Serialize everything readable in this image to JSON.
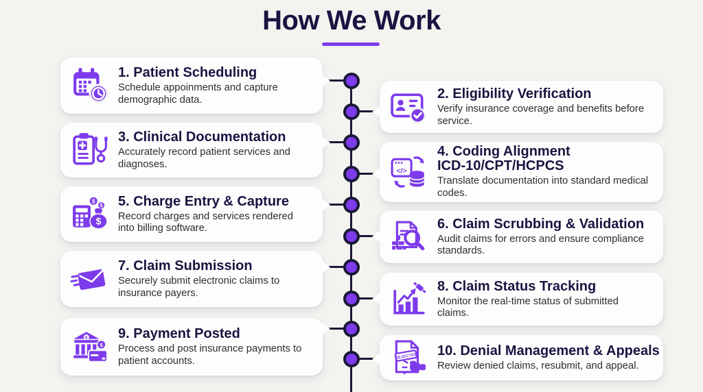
{
  "page": {
    "title": "How We Work",
    "background_color": "#f4f3f0",
    "accent_color": "#7d3bec",
    "line_color": "#191936",
    "heading_color": "#1b1340",
    "card_color": "#fdfdfd"
  },
  "steps": [
    {
      "number": "1",
      "side": "left",
      "icon": "calendar-clock-icon",
      "title": "1. Patient Scheduling",
      "description": "Schedule appoinments and capture demographic data."
    },
    {
      "number": "2",
      "side": "right",
      "icon": "id-card-check-icon",
      "title": "2. Eligibility Verification",
      "description": "Verify insurance coverage and benefits before service."
    },
    {
      "number": "3",
      "side": "left",
      "icon": "clipboard-stethoscope-icon",
      "title": "3. Clinical Documentation",
      "description": "Accurately record patient services and diagnoses."
    },
    {
      "number": "4",
      "side": "right",
      "icon": "code-database-sync-icon",
      "title": "4. Coding Alignment",
      "title_line2": "ICD-10/CPT/HCPCS",
      "code_glyph": "</>",
      "description": "Translate documentation into standard medical codes."
    },
    {
      "number": "5",
      "side": "left",
      "icon": "calculator-money-bag-icon",
      "title": "5. Charge Entry & Capture",
      "dollar": "$",
      "description": "Record charges and services rendered into billing software."
    },
    {
      "number": "6",
      "side": "right",
      "icon": "document-magnifier-icon",
      "title": "6. Claim Scrubbing & Validation",
      "description": "Audit claims for errors and ensure compliance standards."
    },
    {
      "number": "7",
      "side": "left",
      "icon": "envelope-send-icon",
      "title": "7. Claim Submission",
      "description": "Securely submit electronic claims to insurance payers."
    },
    {
      "number": "8",
      "side": "right",
      "icon": "chart-satellite-icon",
      "title": "8. Claim Status Tracking",
      "description": "Monitor the real-time status of submitted claims."
    },
    {
      "number": "9",
      "side": "left",
      "icon": "bank-card-icon",
      "title": "9. Payment Posted",
      "dollar": "$",
      "description": "Process and post insurance payments to patient accounts."
    },
    {
      "number": "10",
      "side": "right",
      "icon": "rejected-stamp-fist-icon",
      "title": "10. Denial Management & Appeals",
      "stamp": "REJECTED",
      "description": "Review denied claims, resubmit, and appeal."
    }
  ]
}
